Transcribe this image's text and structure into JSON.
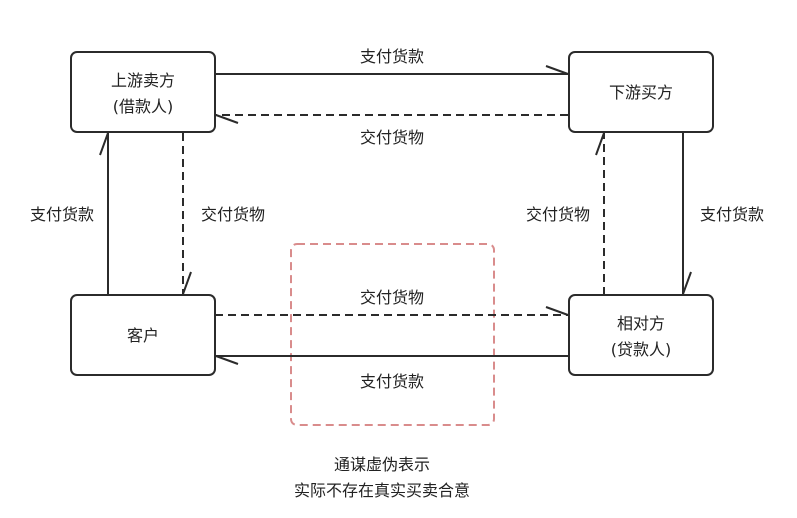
{
  "nodes": {
    "upstream_seller": {
      "line1": "上游卖方",
      "line2": "(借款人)"
    },
    "downstream_buyer": {
      "line1": "下游买方"
    },
    "customer": {
      "line1": "客户"
    },
    "counterparty": {
      "line1": "相对方",
      "line2": "(贷款人)"
    }
  },
  "edges": {
    "upstream_to_downstream": "支付货款",
    "downstream_to_upstream": "交付货物",
    "customer_to_upstream": "支付货款",
    "upstream_to_customer": "交付货物",
    "counterparty_to_downstream": "交付货物",
    "downstream_to_counterparty": "支付货款",
    "customer_to_counterparty": "交付货物",
    "counterparty_to_customer": "支付货款"
  },
  "caption": {
    "line1": "通谋虚伪表示",
    "line2": "实际不存在真实买卖合意"
  },
  "colors": {
    "stroke": "#2b2b2b",
    "highlight": "#d98c8c",
    "text": "#222222"
  }
}
